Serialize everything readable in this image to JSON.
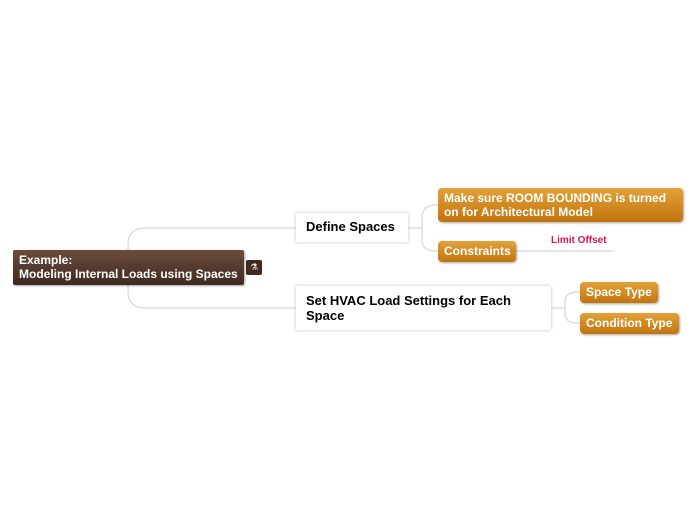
{
  "root": {
    "line1": "Example:",
    "line2": "Modeling Internal Loads using Spaces"
  },
  "topics": {
    "define_spaces": "Define Spaces",
    "hvac_settings": "Set HVAC Load Settings for Each Space"
  },
  "subtopics": {
    "room_bounding": "Make sure ROOM BOUNDING is turned on for Architectural Model",
    "constraints": "Constraints",
    "space_type": "Space Type",
    "condition_type": "Condition Type"
  },
  "leaves": {
    "limit_offset": "Limit Offset"
  },
  "colors": {
    "root_bg": "#4a3326",
    "subtopic_bg": "#d4890f",
    "leaf_text": "#d4145a",
    "connector": "#d8d8d8"
  },
  "icons": {
    "root_icon": "mind-map-icon"
  }
}
